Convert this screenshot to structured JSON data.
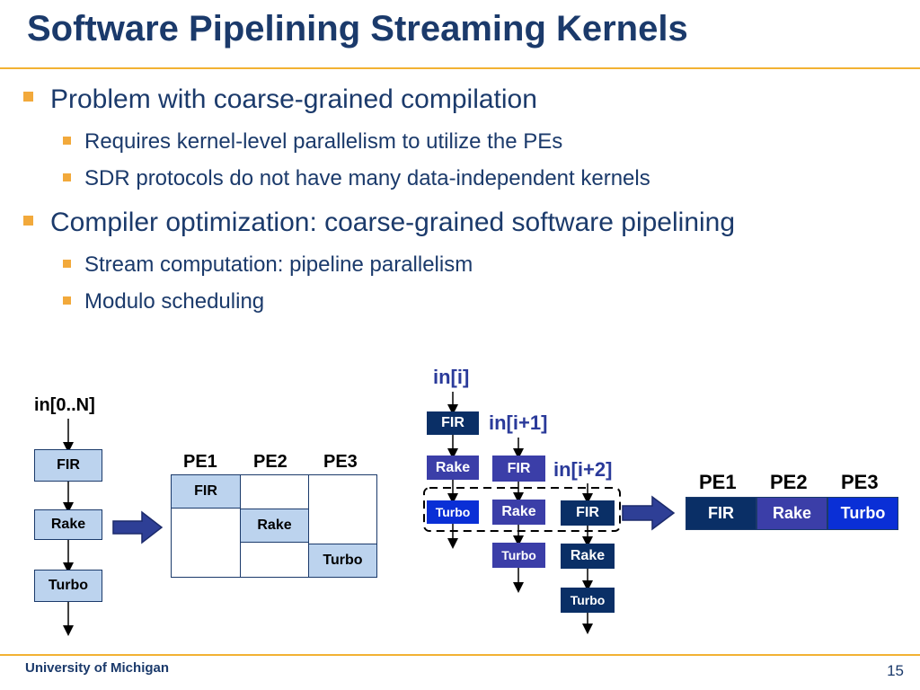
{
  "slide": {
    "title": "Software Pipelining Streaming Kernels",
    "bullets": {
      "p1": "Problem with coarse-grained compilation",
      "p1a": "Requires kernel-level parallelism to utilize the PEs",
      "p1b": "SDR protocols do not have many data-independent kernels",
      "p2": "Compiler optimization: coarse-grained software pipelining",
      "p2a": "Stream computation: pipeline parallelism",
      "p2b": "Modulo scheduling"
    },
    "footer_left": "University of Michigan",
    "page_number": "15"
  },
  "diagram": {
    "left_input": "in[0..N]",
    "left_kernels": [
      "FIR",
      "Rake",
      "Turbo"
    ],
    "table_pe": [
      "PE1",
      "PE2",
      "PE3"
    ],
    "table_kernels": [
      "FIR",
      "Rake",
      "Turbo"
    ],
    "iter_labels": [
      "in[i]",
      "in[i+1]",
      "in[i+2]"
    ],
    "pipe_fir": "FIR",
    "pipe_rake": "Rake",
    "pipe_turbo": "Turbo",
    "right_pe": [
      "PE1",
      "PE2",
      "PE3"
    ],
    "right_kernels": [
      "FIR",
      "Rake",
      "Turbo"
    ],
    "colors": {
      "title": "#1b3a6b",
      "rule": "#f2b233",
      "bullet": "#f2a93b",
      "light_box": "#bcd3ee",
      "fir": "#0a2f66",
      "rake": "#3b3ea8",
      "turbo": "#0a2fd6",
      "iter_label": "#2a3a9a"
    }
  }
}
